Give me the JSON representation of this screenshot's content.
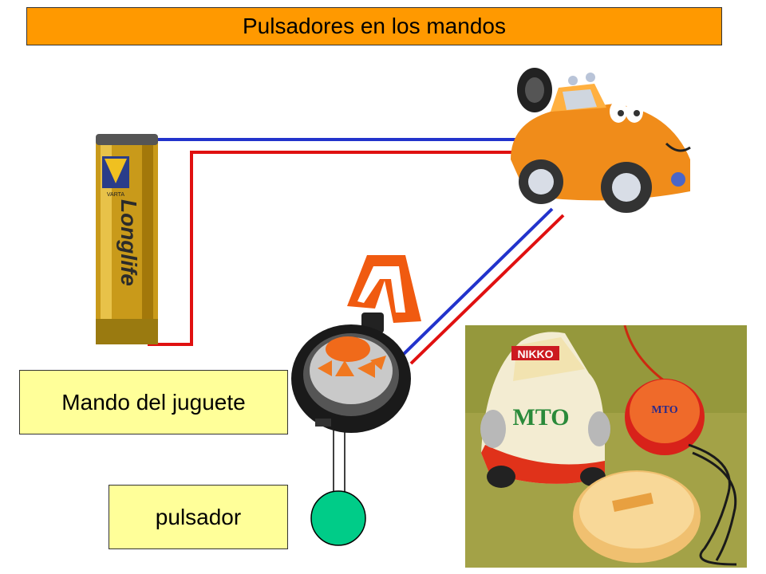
{
  "title": "Pulsadores en los mandos",
  "labels": {
    "mando": "Mando del juguete",
    "pulsador": "pulsador"
  },
  "battery": {
    "brand": "Longlife",
    "subtext": "VARTA"
  },
  "photo": {
    "car_text": "NIKKO",
    "car_logo": "MTO",
    "remote_logo": "MTO"
  },
  "colors": {
    "title_bg": "#ff9900",
    "label_bg": "#ffff99",
    "wire_blue": "#2233cc",
    "wire_red": "#e01010",
    "button_green": "#00cc88"
  }
}
